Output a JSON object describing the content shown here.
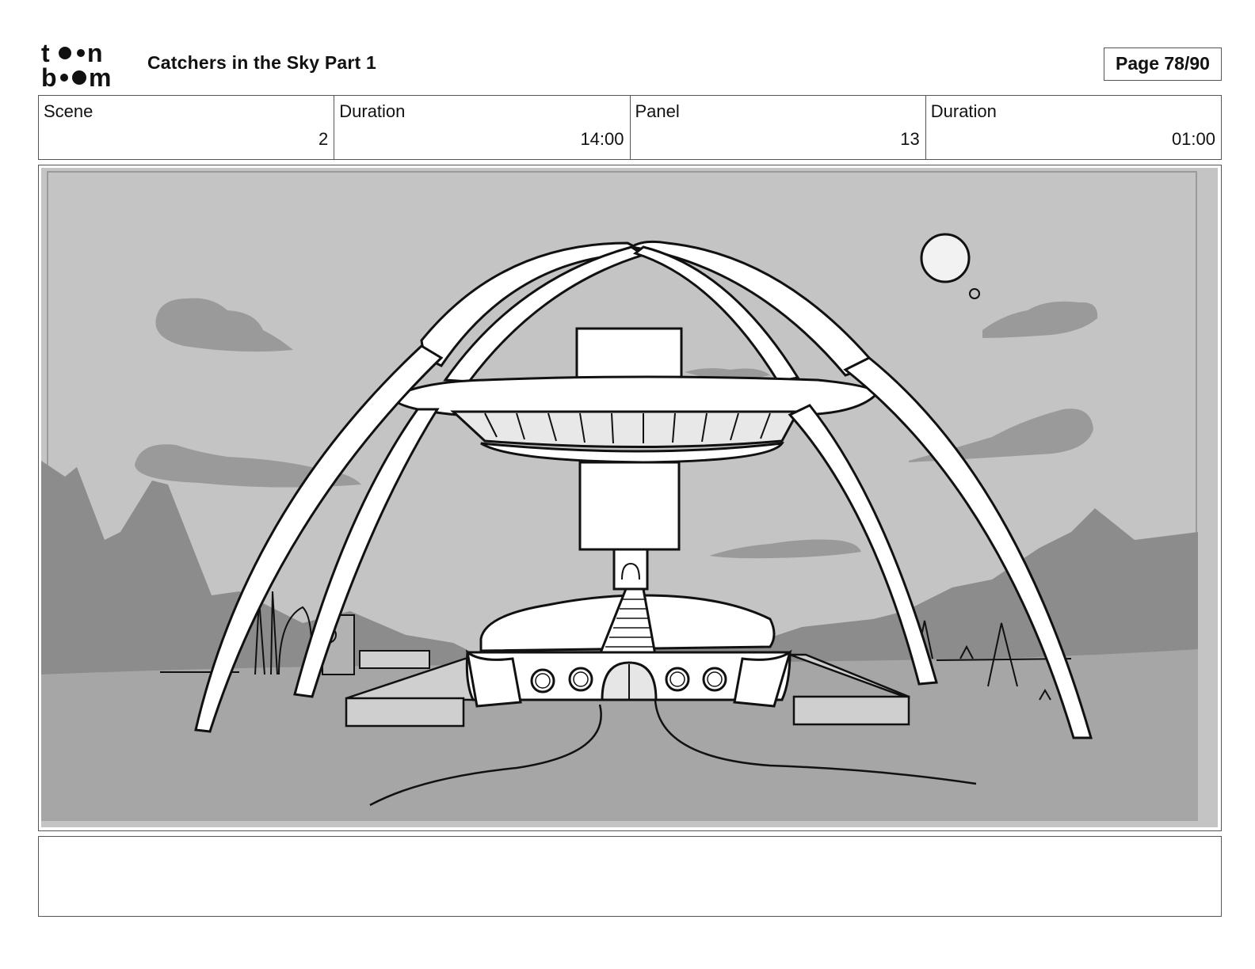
{
  "header": {
    "logo_text_top": "toon",
    "logo_text_bottom": "boom",
    "title": "Catchers in the Sky Part 1",
    "page_label": "Page 78/90"
  },
  "info": [
    {
      "label": "Scene",
      "value": "2"
    },
    {
      "label": "Duration",
      "value": "14:00"
    },
    {
      "label": "Panel",
      "value": "13"
    },
    {
      "label": "Duration",
      "value": "01:00"
    }
  ],
  "panel": {
    "image_description": "",
    "sky_color": "#c4c4c4",
    "ground_color": "#a6a6a6",
    "mountain_color": "#8c8c8c",
    "cloud_color": "#9a9a9a"
  },
  "notes": {
    "text": ""
  }
}
